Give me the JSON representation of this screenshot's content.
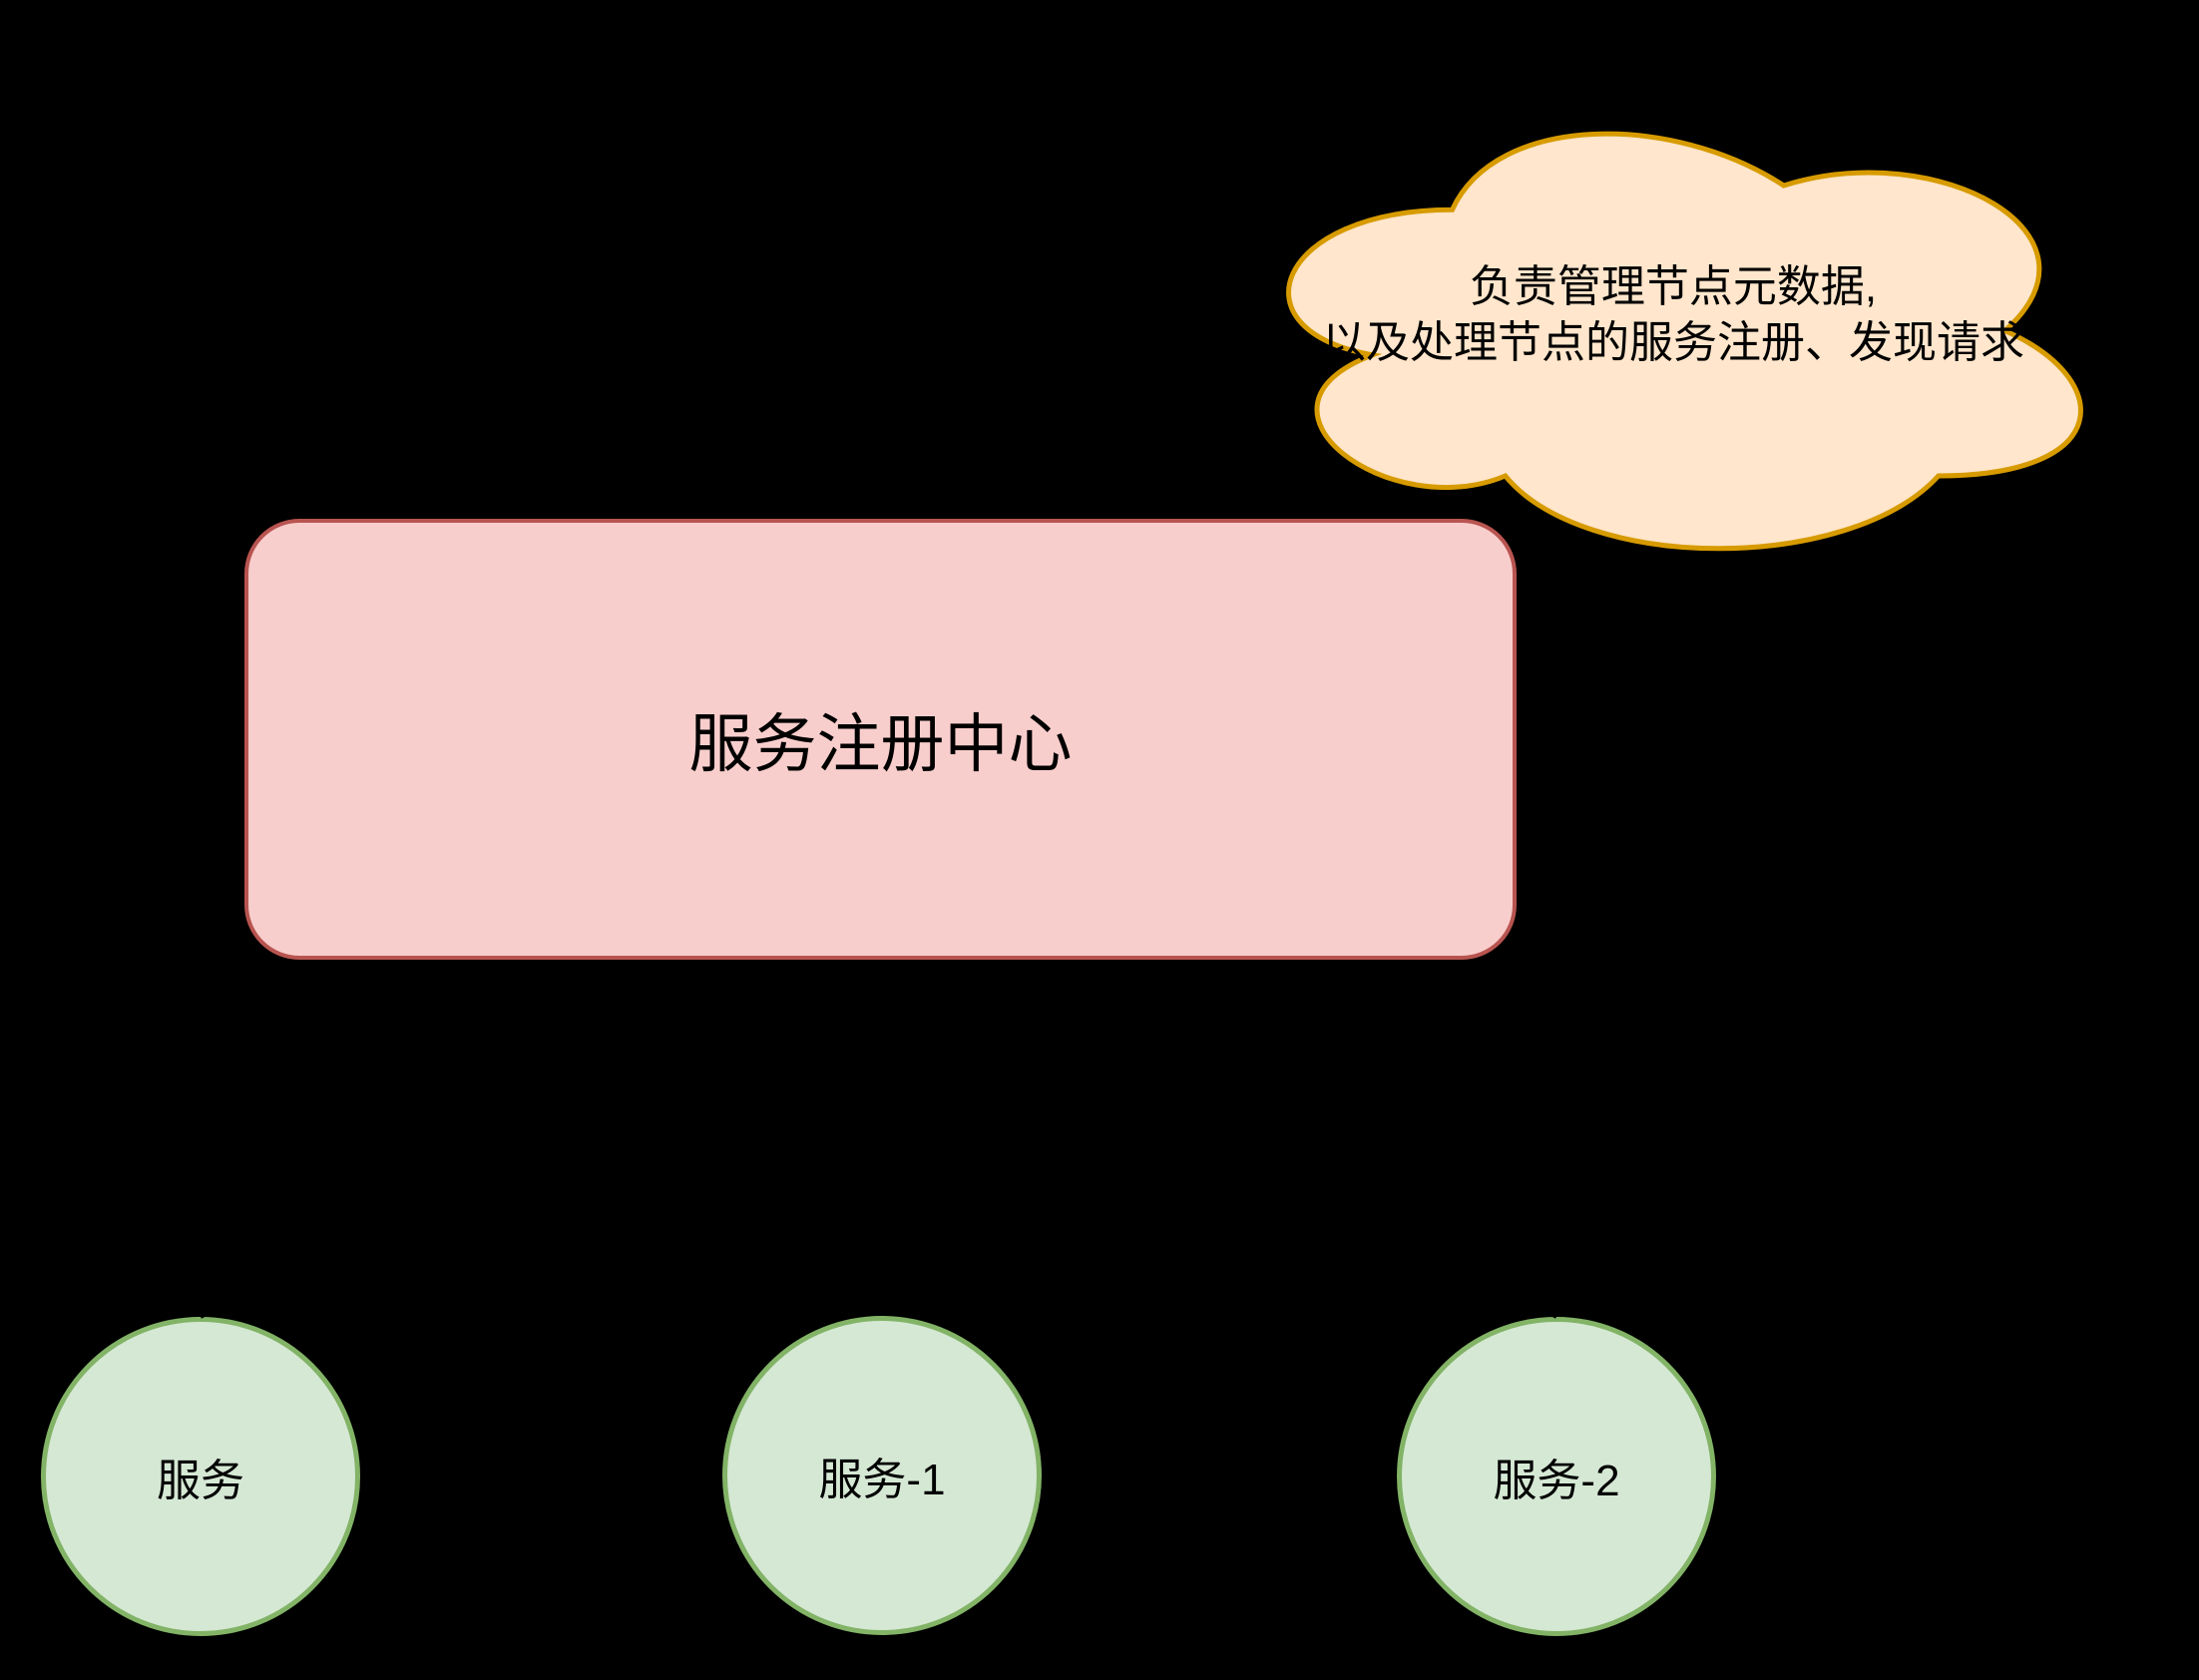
{
  "colors": {
    "background": "#000000",
    "text": "#000000",
    "cloud_fill": "#FFE6CC",
    "cloud_stroke": "#D79B00",
    "registry_fill": "#F8CECC",
    "registry_stroke": "#B85450",
    "service_fill": "#D5E8D4",
    "service_stroke": "#82B366",
    "connector": "#000000"
  },
  "cloud": {
    "line1": "负责管理节点元数据,",
    "line2": "以及处理节点的服务注册、发现请求"
  },
  "registry": {
    "label": "服务注册中心"
  },
  "services": [
    {
      "label": "服务"
    },
    {
      "label": "服务-1"
    },
    {
      "label": "服务-2"
    }
  ]
}
